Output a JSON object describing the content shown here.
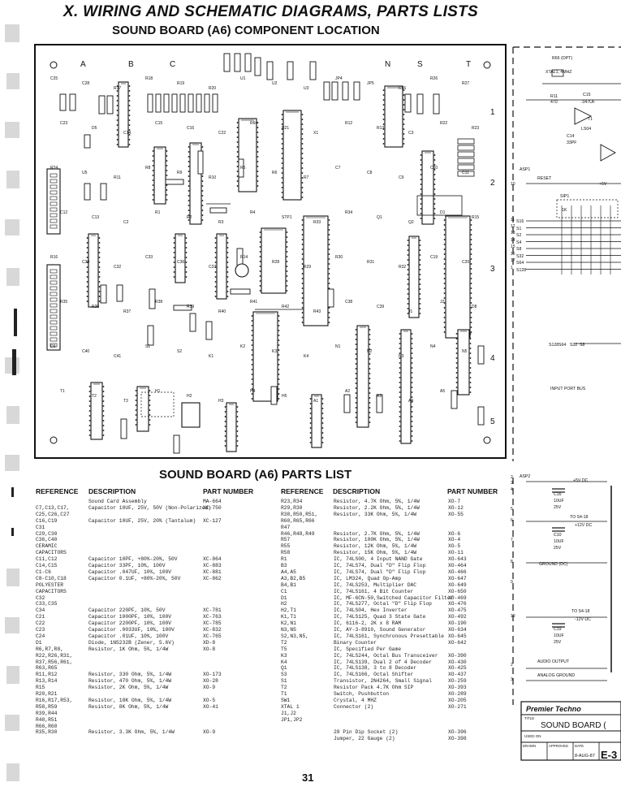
{
  "header": {
    "section_title": "X. WIRING AND SCHEMATIC DIAGRAMS, PARTS LISTS",
    "subtitle": "SOUND BOARD (A6) COMPONENT LOCATION"
  },
  "board": {
    "column_letters": [
      "A",
      "B",
      "C",
      "N",
      "S",
      "T"
    ],
    "row_numbers": [
      "1",
      "2",
      "3",
      "4",
      "5"
    ],
    "labels": [
      "C25",
      "C28",
      "R17",
      "R18",
      "R19",
      "R20",
      "U1",
      "U2",
      "U3",
      "JP4",
      "JP5",
      "R66",
      "R26",
      "R27",
      "C23",
      "D5",
      "C14",
      "C15",
      "C16",
      "C22",
      "R64",
      "R21",
      "X1",
      "R12",
      "R13",
      "C3",
      "R22",
      "R23",
      "R24",
      "U5",
      "R11",
      "R8",
      "R9",
      "R10",
      "R5",
      "R6",
      "R7",
      "C7",
      "C8",
      "C9",
      "C10",
      "C11",
      "C12",
      "C13",
      "C2",
      "R1",
      "R2",
      "R3",
      "R4",
      "STP1",
      "R33",
      "R34",
      "Q1",
      "Q2",
      "D1",
      "R15",
      "R16",
      "C30",
      "C32",
      "C33",
      "C36",
      "C37",
      "R14",
      "R28",
      "R29",
      "R30",
      "R31",
      "R32",
      "C19",
      "C20",
      "R35",
      "R36",
      "R37",
      "R38",
      "R39",
      "R40",
      "R41",
      "R42",
      "R43",
      "C38",
      "C39",
      "J1",
      "J2",
      "D8",
      "D9",
      "C40",
      "C41",
      "S1",
      "S2",
      "K1",
      "K2",
      "K3",
      "K4",
      "N1",
      "N2",
      "N3",
      "N4",
      "N5",
      "T1",
      "T2",
      "T3",
      "H1",
      "H2",
      "H3",
      "H4",
      "H5",
      "A1",
      "A2",
      "A3",
      "A4",
      "A5"
    ]
  },
  "parts_list": {
    "title": "SOUND BOARD (A6) PARTS LIST",
    "headers": {
      "reference": "REFERENCE",
      "description": "DESCRIPTION",
      "part_number": "PART NUMBER"
    },
    "left_rows": [
      {
        "ref": "",
        "desc": "Sound Card Assembly",
        "pn": "MA-664"
      },
      {
        "ref": "C7,C13,C17,",
        "desc": "Capacitor 10UF, 25V, 50V (Non-Polarized)",
        "pn": "XC-750"
      },
      {
        "ref": "C25,C26,C27",
        "desc": "",
        "pn": ""
      },
      {
        "ref": "C16,C19",
        "desc": "Capacitor 10UF, 25V, 20% (Tantalum)",
        "pn": "XC-127"
      },
      {
        "ref": "C31",
        "desc": "",
        "pn": ""
      },
      {
        "ref": "C29,C30",
        "desc": "",
        "pn": ""
      },
      {
        "ref": "C36,C40",
        "desc": "",
        "pn": ""
      },
      {
        "ref": "CERAMIC",
        "desc": "",
        "pn": ""
      },
      {
        "ref": "CAPACITORS",
        "desc": "",
        "pn": ""
      },
      {
        "ref": "C11,C12",
        "desc": "Capacitor 10PF, +80%-20%, 50V",
        "pn": "XC-864"
      },
      {
        "ref": "C14,C15",
        "desc": "Capacitor 33PF, 10%, 100V",
        "pn": "XC-883"
      },
      {
        "ref": "C1-C6",
        "desc": "Capacitor .047UF, 10%, 100V",
        "pn": "XC-881"
      },
      {
        "ref": "C8-C10,C18",
        "desc": "Capacitor 0.1UF, +80%-20%, 50V",
        "pn": "XC-862"
      },
      {
        "ref": "POLYESTER",
        "desc": "",
        "pn": ""
      },
      {
        "ref": "CAPACITORS",
        "desc": "",
        "pn": ""
      },
      {
        "ref": "C32",
        "desc": "",
        "pn": ""
      },
      {
        "ref": "C33,C35",
        "desc": "",
        "pn": ""
      },
      {
        "ref": "C34",
        "desc": "Capacitor 220PF, 10%, 50V",
        "pn": "XC-781"
      },
      {
        "ref": "C21",
        "desc": "Capacitor 1000PF, 10%, 100V",
        "pn": "XC-763"
      },
      {
        "ref": "C22",
        "desc": "Capacitor 2200PF, 10%, 100V",
        "pn": "XC-785"
      },
      {
        "ref": "C23",
        "desc": "Capacitor .0033UF, 10%, 100V",
        "pn": "XC-832"
      },
      {
        "ref": "C24",
        "desc": "Capacitor .01UF, 10%, 100V",
        "pn": "XC-765"
      },
      {
        "ref": "D1",
        "desc": "Diode, 1N5232B (Zener, 5.6V)",
        "pn": "XD-8"
      },
      {
        "ref": "R6,R7,R8,",
        "desc": "Resistor, 1K Ohm, 5%, 1/4W",
        "pn": "XO-8"
      },
      {
        "ref": "R22,R26,R31,",
        "desc": "",
        "pn": ""
      },
      {
        "ref": "R37,R56,R61,",
        "desc": "",
        "pn": ""
      },
      {
        "ref": "R63,R65",
        "desc": "",
        "pn": ""
      },
      {
        "ref": "R11,R12",
        "desc": "Resistor, 330 Ohm, 5%, 1/4W",
        "pn": "XO-173"
      },
      {
        "ref": "R13,R14",
        "desc": "Resistor, 470 Ohm, 5%, 1/4W",
        "pn": "XO-28"
      },
      {
        "ref": "R15",
        "desc": "Resistor, 2K Ohm, 5%, 1/4W",
        "pn": "XO-9"
      },
      {
        "ref": "R20,R21",
        "desc": "",
        "pn": ""
      },
      {
        "ref": "R16,R17,R53,",
        "desc": "Resistor, 18K Ohm, 5%, 1/4W",
        "pn": "XO-5"
      },
      {
        "ref": "R58,R59",
        "desc": "Resistor, 8K Ohm, 5%, 1/4W",
        "pn": "XO-41"
      },
      {
        "ref": "R39,R44",
        "desc": "",
        "pn": ""
      },
      {
        "ref": "R48,R51",
        "desc": "",
        "pn": ""
      },
      {
        "ref": "R66,R60",
        "desc": "",
        "pn": ""
      },
      {
        "ref": "R35,R30",
        "desc": "Resistor, 3.3K Ohm, 5%, 1/4W",
        "pn": "XO-9"
      }
    ],
    "right_rows": [
      {
        "ref": "R23,R34",
        "desc": "Resistor, 4.7K Ohm, 5%, 1/4W",
        "pn": "XO-7"
      },
      {
        "ref": "R29,R30",
        "desc": "Resistor, 2.2K Ohm, 5%, 1/4W",
        "pn": "XO-12"
      },
      {
        "ref": "R38,R50,R51,",
        "desc": "Resistor, 33K Ohm, 5%, 1/4W",
        "pn": "XO-55"
      },
      {
        "ref": "R60,R65,R66",
        "desc": "",
        "pn": ""
      },
      {
        "ref": "R47",
        "desc": "",
        "pn": ""
      },
      {
        "ref": "R46,R48,R49",
        "desc": "Resistor, 2.7K Ohm, 5%, 1/4W",
        "pn": "XO-6"
      },
      {
        "ref": "R57",
        "desc": "Resistor, 100K Ohm, 5%, 1/4W",
        "pn": "XO-4"
      },
      {
        "ref": "R55",
        "desc": "Resistor, 12K Ohm, 5%, 1/4W",
        "pn": "XO-5"
      },
      {
        "ref": "R58",
        "desc": "Resistor, 15K Ohm, 5%, 1/4W",
        "pn": "XO-11"
      },
      {
        "ref": "R1",
        "desc": "IC, 74LS00, 4 Input NAND Gate",
        "pn": "XO-643"
      },
      {
        "ref": "B3",
        "desc": "IC, 74LS74, Dual \"D\" Flip Flop",
        "pn": "XO-464"
      },
      {
        "ref": "A4,A5",
        "desc": "IC, 74LS74, Dual \"D\" Flip Flop",
        "pn": "XO-466"
      },
      {
        "ref": "A3,B2,B5",
        "desc": "IC, LM324, Quad Op-Amp",
        "pn": "XO-647"
      },
      {
        "ref": "B4,B1",
        "desc": "IC, 74LS253, Multiplier DAC",
        "pn": "XO-649"
      },
      {
        "ref": "C1",
        "desc": "IC, 74LS161, 4 Bit Counter",
        "pn": "XO-650"
      },
      {
        "ref": "D1",
        "desc": "IC, MF-6CN-50,Switched Capacitor Filter",
        "pn": "XO-469"
      },
      {
        "ref": "H2",
        "desc": "IC, 74LS277, Octal \"D\" Flip Flop",
        "pn": "XO-476"
      },
      {
        "ref": "H2,T1",
        "desc": "IC, 74LS04, Hex Inverter",
        "pn": "XO-475"
      },
      {
        "ref": "K1,T1",
        "desc": "IC, 74LS125, Quad 3 State Gate",
        "pn": "XO-492"
      },
      {
        "ref": "K2,N1",
        "desc": "IC, 6116-2, 2K x 8 RAM",
        "pn": "XO-190"
      },
      {
        "ref": "N3,N5",
        "desc": "IC, AY-3-8910, Sound Generator",
        "pn": "XO-634"
      },
      {
        "ref": "S2,N3,N5,",
        "desc": "IC, 74LS161, Synchronous Presettable",
        "pn": "XO-645"
      },
      {
        "ref": "T2",
        "desc": "Binary Counter",
        "pn": "XO-642"
      },
      {
        "ref": "T5",
        "desc": "IC, Specified Per Game",
        "pn": ""
      },
      {
        "ref": "K3",
        "desc": "IC, 74LS244, Octal Bus Transceiver",
        "pn": "XO-390"
      },
      {
        "ref": "K4",
        "desc": "IC, 74LS139, Dual 2 of 4 Decoder",
        "pn": "XO-430"
      },
      {
        "ref": "Q1",
        "desc": "IC, 74LS138, 3 to 8 Decoder",
        "pn": "XO-425"
      },
      {
        "ref": "S3",
        "desc": "IC, 74LS166, Octal Shifter",
        "pn": "XO-437"
      },
      {
        "ref": "S1",
        "desc": "Transistor, 2N4264, Small Signal",
        "pn": "XO-259"
      },
      {
        "ref": "T2",
        "desc": "Resistor Pack 4.7K Ohm SIP",
        "pn": "XO-393"
      },
      {
        "ref": "T1",
        "desc": "Switch, Pushbutton",
        "pn": "XO-289"
      },
      {
        "ref": "SW1",
        "desc": "Crystal, 4 MHZ",
        "pn": "XO-205"
      },
      {
        "ref": "XTAL 1",
        "desc": "Connector (2)",
        "pn": "XO-271"
      },
      {
        "ref": "J1,J2",
        "desc": "",
        "pn": ""
      },
      {
        "ref": "JP1,JP2",
        "desc": "",
        "pn": ""
      },
      {
        "ref": "",
        "desc": "",
        "pn": ""
      },
      {
        "ref": "",
        "desc": "28 Pin Dip Socket (2)",
        "pn": "XO-396"
      },
      {
        "ref": "",
        "desc": "Jumper, 22 Gauge (2)",
        "pn": "XO-398"
      }
    ]
  },
  "schematic": {
    "labels": [
      "R66 (OPT)",
      "XTAL1, 4MHZ",
      "R11",
      "470",
      "C15",
      ".047UF",
      "T1",
      "LS04",
      "C14",
      "33PF",
      "ASP1",
      "RESET",
      "+5V",
      "SIP1",
      "1K",
      "S16",
      "S1",
      "S2",
      "S4",
      "S8",
      "S32",
      "S64",
      "S128",
      "S128",
      "S64",
      "S32",
      "S8",
      "INPUT PORT BUS",
      "ASP2",
      "+5V DC",
      "C16",
      "10UF",
      "25V",
      "TO S4-18",
      "+12V DC",
      "C10",
      "10UF",
      "25V",
      "GROUND (DC)",
      "TO S4-18",
      "-12V DC",
      "C19",
      "10UF",
      "25V",
      "AUDIO OUTPUT",
      "ANALOG GROUND"
    ],
    "pin_numbers": [
      "10",
      "11",
      "12",
      "13",
      "14",
      "15",
      "16",
      "17",
      "1",
      "2",
      "3",
      "4",
      "5",
      "6",
      "7",
      "8",
      "9",
      "19",
      "2",
      "3"
    ],
    "title_block": {
      "brand": "Premier Techno",
      "title_label": "TITLE",
      "title": "SOUND BOARD (",
      "used_on": "USED ON",
      "drawn": "DRAWN",
      "approved": "APPROVED",
      "date_label": "DATE",
      "date": "8-AUG-87",
      "code": "E-3"
    }
  },
  "page_number": "31"
}
